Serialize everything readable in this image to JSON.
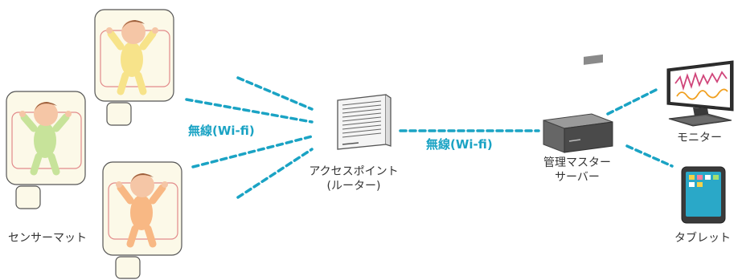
{
  "labels": {
    "sensor_mat": "センサーマット",
    "wireless_left": "無線(Wi-fi)",
    "access_point_line1": "アクセスポイント",
    "access_point_line2": "(ルーター)",
    "wireless_right": "無線(Wi-fi)",
    "server_line1": "管理マスター",
    "server_line2": "サーバー",
    "monitor": "モニター",
    "tablet": "タブレット"
  },
  "colors": {
    "wifi_line": "#1aa3c4",
    "mat_fill": "#fcf9e8",
    "mat_border": "#555555",
    "mat_inner": "#e28a8a",
    "baby_green": "#c7e39a",
    "baby_yellow": "#f7e38a",
    "baby_orange": "#f8b884",
    "skin": "#f5c6a6",
    "hair": "#9b5e3a"
  }
}
